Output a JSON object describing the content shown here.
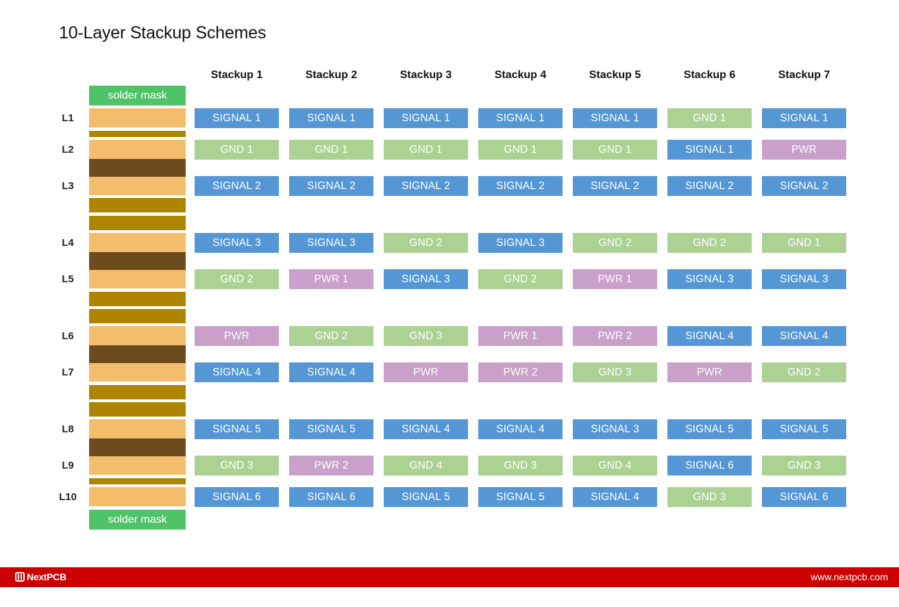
{
  "title": "10-Layer Stackup Schemes",
  "stackups": [
    "Stackup 1",
    "Stackup 2",
    "Stackup 3",
    "Stackup 4",
    "Stackup 5",
    "Stackup 6",
    "Stackup 7"
  ],
  "layers": [
    "L1",
    "L2",
    "L3",
    "L4",
    "L5",
    "L6",
    "L7",
    "L8",
    "L9",
    "L10"
  ],
  "solder_mask_top": "solder mask",
  "solder_mask_bottom": "solder mask",
  "rows": [
    [
      "SIGNAL 1",
      "SIGNAL 1",
      "SIGNAL 1",
      "SIGNAL 1",
      "SIGNAL 1",
      "GND 1",
      "SIGNAL 1"
    ],
    [
      "GND 1",
      "GND 1",
      "GND 1",
      "GND 1",
      "GND 1",
      "SIGNAL 1",
      "PWR"
    ],
    [
      "SIGNAL 2",
      "SIGNAL 2",
      "SIGNAL 2",
      "SIGNAL 2",
      "SIGNAL 2",
      "SIGNAL 2",
      "SIGNAL 2"
    ],
    [
      "SIGNAL 3",
      "SIGNAL 3",
      "GND 2",
      "SIGNAL 3",
      "GND 2",
      "GND 2",
      "GND 1"
    ],
    [
      "GND 2",
      "PWR 1",
      "SIGNAL 3",
      "GND 2",
      "PWR 1",
      "SIGNAL 3",
      "SIGNAL 3"
    ],
    [
      "PWR",
      "GND 2",
      "GND 3",
      "PWR 1",
      "PWR 2",
      "SIGNAL 4",
      "SIGNAL 4"
    ],
    [
      "SIGNAL 4",
      "SIGNAL 4",
      "PWR",
      "PWR 2",
      "GND 3",
      "PWR",
      "GND 2"
    ],
    [
      "SIGNAL 5",
      "SIGNAL 5",
      "SIGNAL 4",
      "SIGNAL 4",
      "SIGNAL 3",
      "SIGNAL 5",
      "SIGNAL 5"
    ],
    [
      "GND 3",
      "PWR 2",
      "GND 4",
      "GND 3",
      "GND 4",
      "SIGNAL 6",
      "GND 3"
    ],
    [
      "SIGNAL 6",
      "SIGNAL 6",
      "SIGNAL 5",
      "SIGNAL 5",
      "SIGNAL 4",
      "GND 3",
      "SIGNAL 6"
    ]
  ],
  "colors": {
    "signal": "#5597d4",
    "gnd": "#abd193",
    "pwr": "#c8a0c9",
    "solder_mask": "#50c36a",
    "copper": "#f4bd6c",
    "core": "#6d4a1c",
    "prepreg": "#ad8500",
    "footer": "#cc0000"
  },
  "footer": {
    "brand": "NextPCB",
    "url": "www.nextpcb.com"
  }
}
